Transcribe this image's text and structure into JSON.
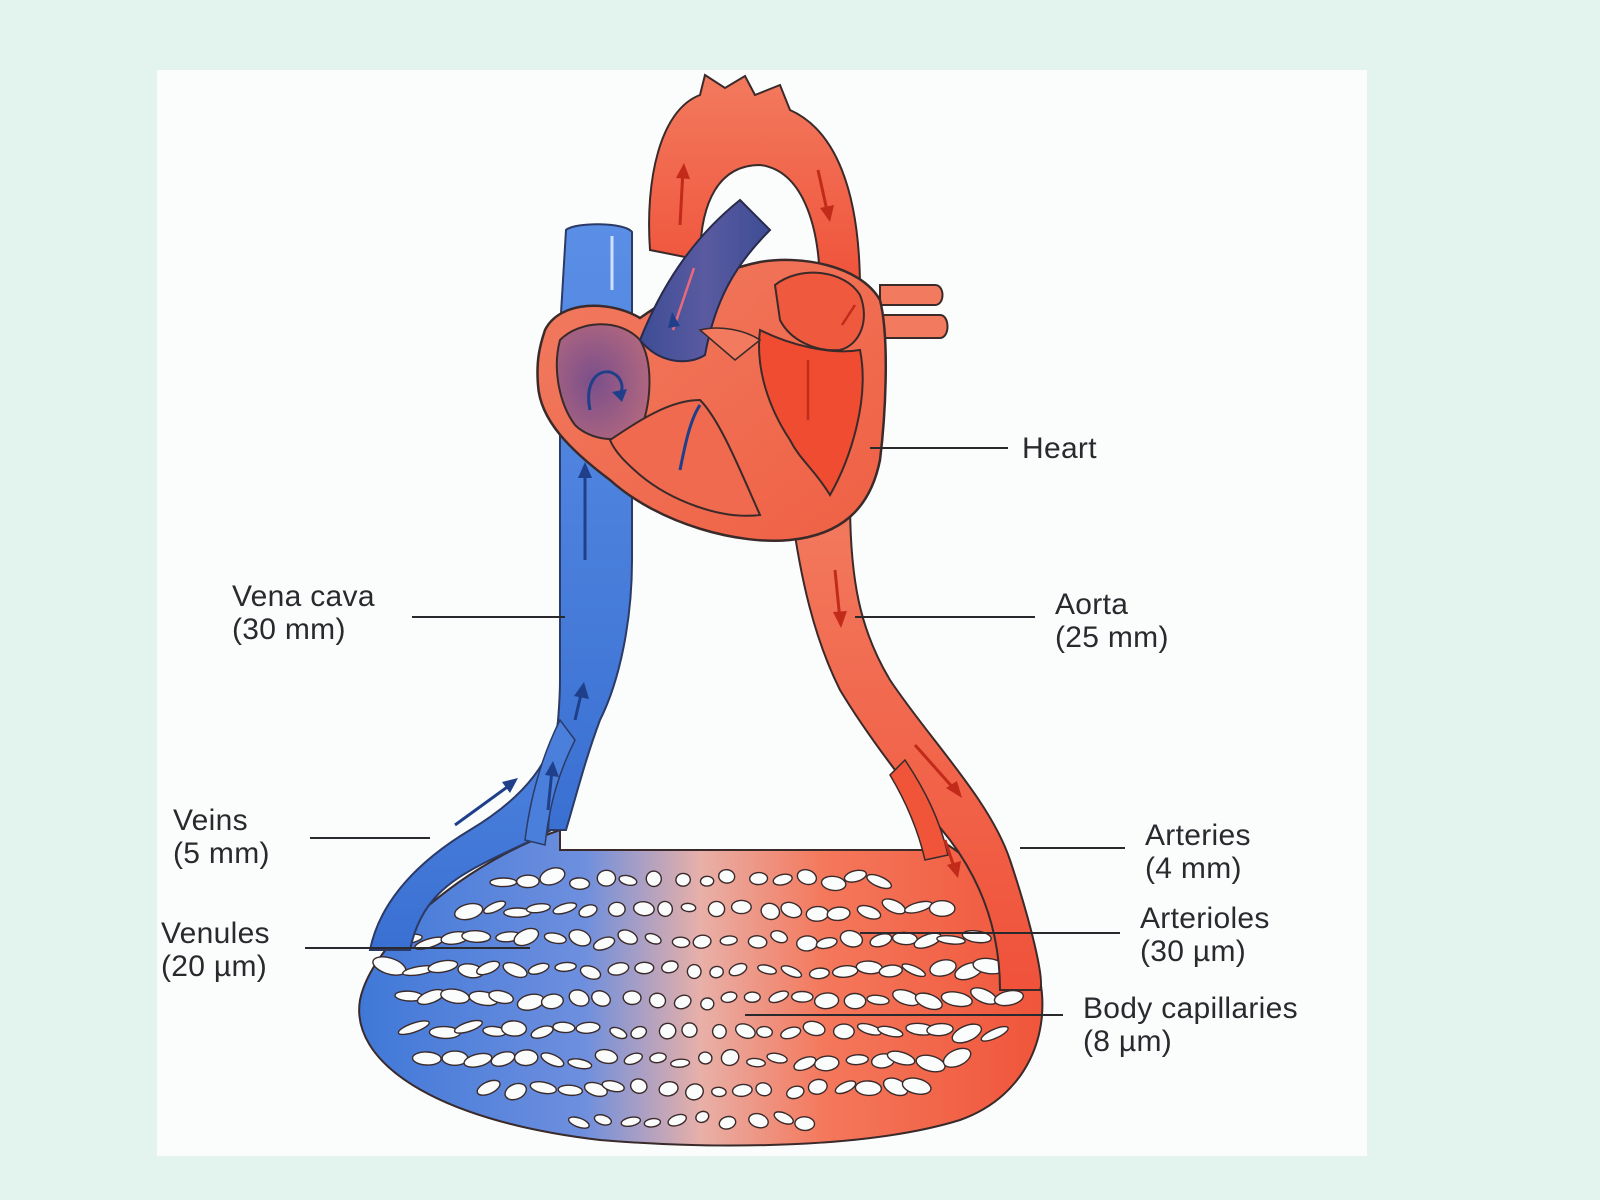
{
  "labels": {
    "heart": {
      "name": "Heart"
    },
    "aorta": {
      "name": "Aorta",
      "size": "(25 mm)"
    },
    "vena_cava": {
      "name": "Vena cava",
      "size": "(30 mm)"
    },
    "veins": {
      "name": "Veins",
      "size": "(5 mm)"
    },
    "venules": {
      "name": "Venules",
      "size": "(20 µm)"
    },
    "arteries": {
      "name": "Arteries",
      "size": "(4 mm)"
    },
    "arterioles": {
      "name": "Arterioles",
      "size": "(30 µm)"
    },
    "capillaries": {
      "name": "Body capillaries",
      "size": "(8 µm)"
    }
  },
  "colors": {
    "background": "#e3f3ee",
    "panel": "#fbfdfd",
    "arterial_red": "#f05a3c",
    "venous_blue": "#3f78d8",
    "deoxygenated_dark": "#4a4f8f",
    "outline": "#3a2a2a",
    "label_text": "#2a2a2e"
  }
}
